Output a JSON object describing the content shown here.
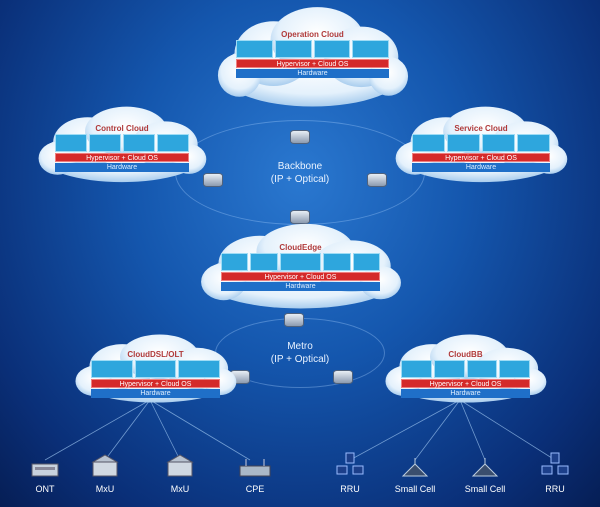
{
  "clouds": {
    "operation": {
      "title": "Operation Cloud",
      "hypervisor": "Hypervisor + Cloud OS",
      "hardware": "Hardware"
    },
    "control": {
      "title": "Control Cloud",
      "hypervisor": "Hypervisor + Cloud OS",
      "hardware": "Hardware"
    },
    "service": {
      "title": "Service Cloud",
      "hypervisor": "Hypervisor + Cloud OS",
      "hardware": "Hardware"
    },
    "edge": {
      "title": "CloudEdge",
      "hypervisor": "Hypervisor + Cloud OS",
      "hardware": "Hardware"
    },
    "dsl": {
      "title": "CloudDSL/OLT",
      "hypervisor": "Hypervisor + Cloud OS",
      "hardware": "Hardware"
    },
    "bb": {
      "title": "CloudBB",
      "hypervisor": "Hypervisor + Cloud OS",
      "hardware": "Hardware"
    }
  },
  "backbone": {
    "line1": "Backbone",
    "line2": "(IP + Optical)"
  },
  "metro": {
    "line1": "Metro",
    "line2": "(IP + Optical)"
  },
  "devices": [
    "ONT",
    "MxU",
    "MxU",
    "CPE",
    "RRU",
    "Small Cell",
    "Small Cell",
    "RRU"
  ],
  "colors": {
    "hypervisor": "#d42a2a",
    "module": "#2ea6dd",
    "hardware": "#1f6fc8",
    "background": "#1456ad"
  }
}
